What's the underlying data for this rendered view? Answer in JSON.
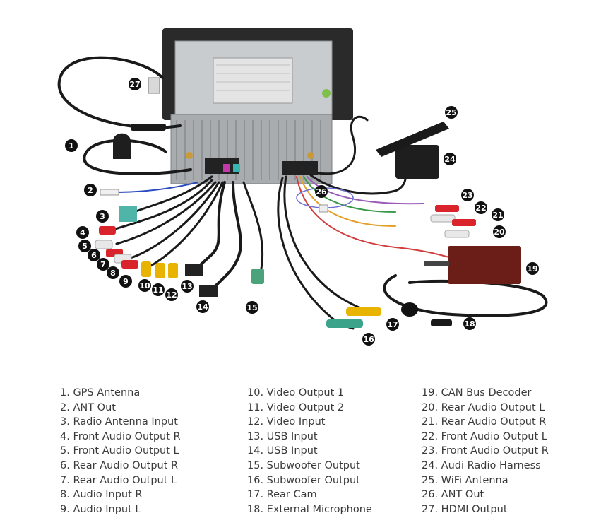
{
  "legend": {
    "col1": [
      "1. GPS Antenna",
      "2. ANT Out",
      "3. Radio Antenna Input",
      "4. Front Audio Output R",
      "5. Front Audio Output L",
      "6. Rear Audio Output R",
      "7. Rear Audio Output L",
      "8. Audio Input R",
      "9. Audio Input L"
    ],
    "col2": [
      "10. Video Output 1",
      "11. Video Output 2",
      "12. Video Input",
      "13. USB Input",
      "14. USB Input",
      "15. Subwoofer Output",
      "16. Subwoofer Output",
      "17. Rear Cam",
      "18. External Microphone"
    ],
    "col3": [
      "19. CAN Bus Decoder",
      "20. Rear Audio Output L",
      "21. Rear Audio Output R",
      "22. Front Audio Output L",
      "23. Front Audio Output R",
      "24. Audi Radio Harness",
      "25. WiFi Antenna",
      "26. ANT Out",
      "27. HDMI Output"
    ]
  },
  "badges": [
    "1",
    "2",
    "3",
    "4",
    "5",
    "6",
    "7",
    "8",
    "9",
    "10",
    "11",
    "12",
    "13",
    "14",
    "15",
    "16",
    "17",
    "18",
    "19",
    "20",
    "21",
    "22",
    "23",
    "24",
    "25",
    "26",
    "27"
  ],
  "colors": {
    "badge": "#111111",
    "cable": "#1a1a1a",
    "unit_body": "#b9bcbf",
    "rca_red": "#d8242a",
    "rca_white": "#e8e8e8",
    "rca_yellow": "#e8b400",
    "green_plug": "#4aa37a",
    "decoder": "#6b1e18"
  }
}
